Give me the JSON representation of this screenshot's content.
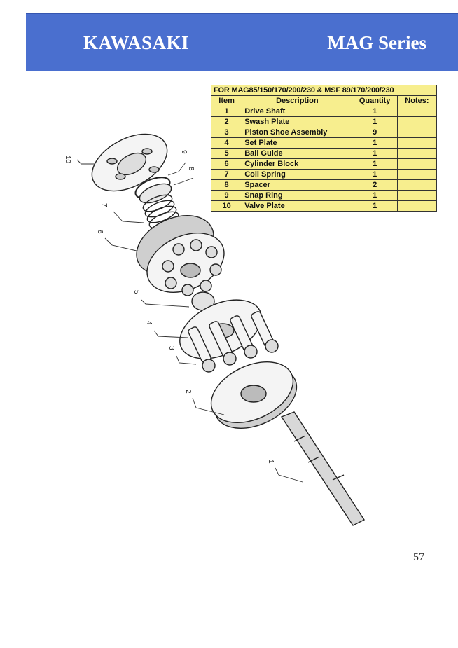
{
  "header": {
    "brand": "KAWASAKI",
    "series": "MAG Series",
    "color": "#4a6fcf"
  },
  "parts_table": {
    "title": "FOR MAG85/150/170/200/230 & MSF 89/170/200/230",
    "columns": [
      "Item",
      "Description",
      "Quantity",
      "Notes:"
    ],
    "rows": [
      {
        "item": "1",
        "description": "Drive Shaft",
        "quantity": "1",
        "notes": ""
      },
      {
        "item": "2",
        "description": "Swash Plate",
        "quantity": "1",
        "notes": ""
      },
      {
        "item": "3",
        "description": "Piston Shoe Assembly",
        "quantity": "9",
        "notes": ""
      },
      {
        "item": "4",
        "description": "Set Plate",
        "quantity": "1",
        "notes": ""
      },
      {
        "item": "5",
        "description": "Ball Guide",
        "quantity": "1",
        "notes": ""
      },
      {
        "item": "6",
        "description": "Cylinder Block",
        "quantity": "1",
        "notes": ""
      },
      {
        "item": "7",
        "description": "Coil Spring",
        "quantity": "1",
        "notes": ""
      },
      {
        "item": "8",
        "description": "Spacer",
        "quantity": "2",
        "notes": ""
      },
      {
        "item": "9",
        "description": "Snap Ring",
        "quantity": "1",
        "notes": ""
      },
      {
        "item": "10",
        "description": "Valve Plate",
        "quantity": "1",
        "notes": ""
      }
    ],
    "background": "#f7ee8e"
  },
  "diagram": {
    "callouts": [
      "1",
      "2",
      "3",
      "4",
      "5",
      "6",
      "7",
      "8",
      "9",
      "10"
    ]
  },
  "page_number": "57"
}
